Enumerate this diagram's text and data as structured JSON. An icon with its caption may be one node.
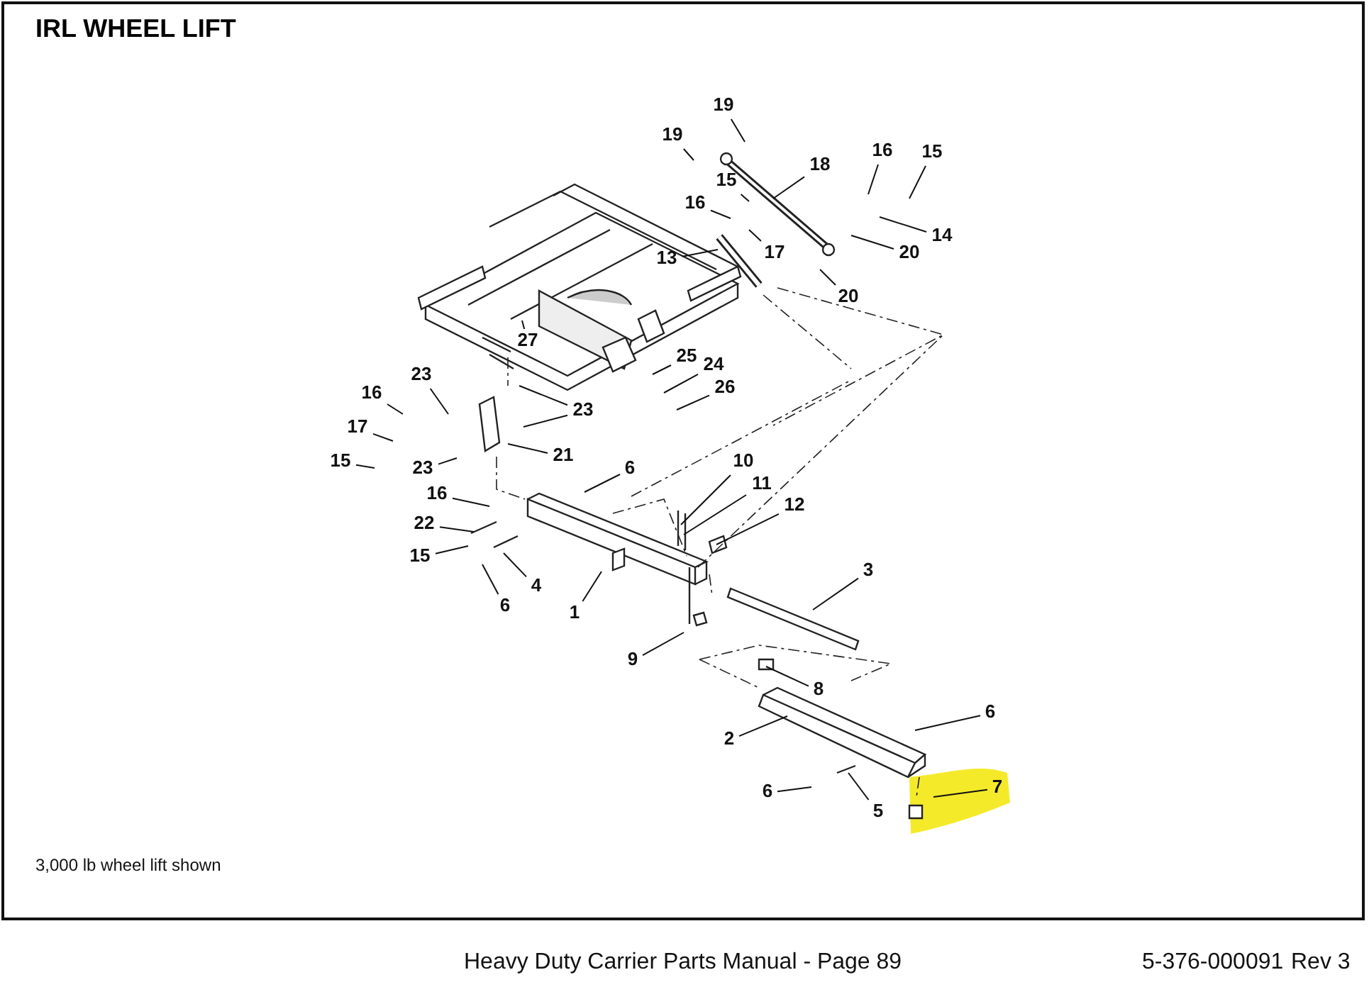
{
  "diagram": {
    "title": "IRL WHEEL LIFT",
    "nodes": [
      {
        "text": [
          "19"
        ]
      },
      {
        "text": [
          "19"
        ]
      },
      {
        "text": [
          "16"
        ]
      },
      {
        "text": [
          "15"
        ]
      },
      {
        "text": [
          "18"
        ]
      },
      {
        "text": [
          "15"
        ]
      },
      {
        "text": [
          "16"
        ]
      },
      {
        "text": [
          "14"
        ]
      },
      {
        "text": [
          "20"
        ]
      },
      {
        "text": [
          "17"
        ]
      },
      {
        "text": [
          "13"
        ]
      },
      {
        "text": [
          "20"
        ]
      },
      {
        "text": [
          "27"
        ]
      },
      {
        "text": [
          "25"
        ]
      },
      {
        "text": [
          "24"
        ]
      },
      {
        "text": [
          "23"
        ]
      },
      {
        "text": [
          "26"
        ]
      },
      {
        "text": [
          "16"
        ]
      },
      {
        "text": [
          "23"
        ]
      },
      {
        "text": [
          "17"
        ]
      },
      {
        "text": [
          "21"
        ]
      },
      {
        "text": [
          "15"
        ]
      },
      {
        "text": [
          "10"
        ]
      },
      {
        "text": [
          "23"
        ]
      },
      {
        "text": [
          "6"
        ]
      },
      {
        "text": [
          "11"
        ]
      },
      {
        "text": [
          "16"
        ]
      },
      {
        "text": [
          "12"
        ]
      },
      {
        "text": [
          "22"
        ]
      },
      {
        "text": [
          "15"
        ]
      },
      {
        "text": [
          "3"
        ]
      },
      {
        "text": [
          "4"
        ]
      },
      {
        "text": [
          "6"
        ]
      },
      {
        "text": [
          "1"
        ]
      },
      {
        "text": [
          "9"
        ]
      },
      {
        "text": [
          "8"
        ]
      },
      {
        "text": [
          "6"
        ]
      },
      {
        "text": [
          "2"
        ]
      },
      {
        "text": [
          "7"
        ]
      },
      {
        "text": [
          "6"
        ]
      },
      {
        "text": [
          "5"
        ]
      }
    ],
    "edges": [
      {
        "from": 0,
        "to": null,
        "arrow": "none"
      },
      {
        "from": 1,
        "to": null,
        "arrow": "none"
      },
      {
        "from": 2,
        "to": null,
        "arrow": "none"
      },
      {
        "from": 3,
        "to": null,
        "arrow": "none"
      },
      {
        "from": 4,
        "to": null,
        "arrow": "none"
      },
      {
        "from": 5,
        "to": null,
        "arrow": "none"
      },
      {
        "from": 6,
        "to": null,
        "arrow": "none"
      },
      {
        "from": 7,
        "to": null,
        "arrow": "none"
      },
      {
        "from": 8,
        "to": null,
        "arrow": "none"
      },
      {
        "from": 9,
        "to": null,
        "arrow": "none"
      },
      {
        "from": 10,
        "to": null,
        "arrow": "none"
      },
      {
        "from": 11,
        "to": null,
        "arrow": "none"
      },
      {
        "from": 12,
        "to": null,
        "arrow": "none"
      },
      {
        "from": 13,
        "to": null,
        "arrow": "none"
      },
      {
        "from": 14,
        "to": null,
        "arrow": "none"
      },
      {
        "from": 15,
        "to": null,
        "arrow": "none"
      },
      {
        "from": 16,
        "to": null,
        "arrow": "none"
      },
      {
        "from": 17,
        "to": null,
        "arrow": "none"
      },
      {
        "from": 18,
        "to": null,
        "arrow": "none"
      },
      {
        "from": 19,
        "to": null,
        "arrow": "none"
      },
      {
        "from": 20,
        "to": null,
        "arrow": "none"
      },
      {
        "from": 21,
        "to": null,
        "arrow": "none"
      },
      {
        "from": 22,
        "to": null,
        "arrow": "none"
      },
      {
        "from": 23,
        "to": null,
        "arrow": "none"
      },
      {
        "from": 24,
        "to": null,
        "arrow": "none"
      },
      {
        "from": 25,
        "to": null,
        "arrow": "none"
      },
      {
        "from": 26,
        "to": null,
        "arrow": "none"
      },
      {
        "from": 27,
        "to": null,
        "arrow": "none"
      },
      {
        "from": 28,
        "to": null,
        "arrow": "none"
      },
      {
        "from": 29,
        "to": null,
        "arrow": "none"
      },
      {
        "from": 30,
        "to": null,
        "arrow": "none"
      },
      {
        "from": 31,
        "to": null,
        "arrow": "none"
      },
      {
        "from": 32,
        "to": null,
        "arrow": "none"
      },
      {
        "from": 33,
        "to": null,
        "arrow": "none"
      },
      {
        "from": 34,
        "to": null,
        "arrow": "none"
      },
      {
        "from": 35,
        "to": null,
        "arrow": "none"
      },
      {
        "from": 36,
        "to": null,
        "arrow": "none"
      },
      {
        "from": 37,
        "to": null,
        "arrow": "none"
      },
      {
        "from": 38,
        "to": null,
        "arrow": "none"
      },
      {
        "from": 39,
        "to": null,
        "arrow": "none"
      },
      {
        "from": 40,
        "to": null,
        "arrow": "none"
      },
      {
        "from": 18,
        "to": null,
        "arrow": "none"
      }
    ],
    "labels": [
      "3,000 lb wheel lift shown",
      "Heavy Duty Carrier Parts Manual - Page 89",
      "5-376-000091",
      "Rev 3"
    ]
  }
}
